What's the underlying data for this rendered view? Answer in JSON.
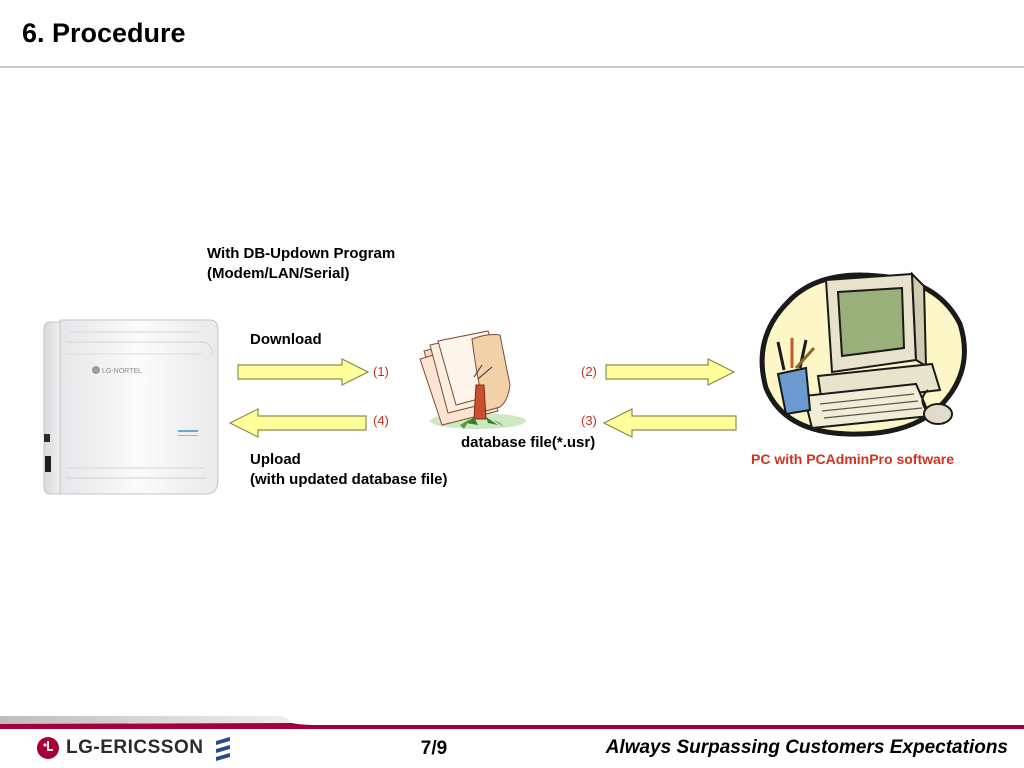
{
  "header": {
    "title": "6. Procedure"
  },
  "diagram": {
    "program_line1": "With DB-Updown Program",
    "program_line2": "(Modem/LAN/Serial)",
    "download_label": "Download",
    "upload_line1": "Upload",
    "upload_line2": "(with updated database file)",
    "steps": [
      "(1)",
      "(2)",
      "(3)",
      "(4)"
    ],
    "file_label": "database file(*.usr)",
    "pc_label": "PC with PCAdminPro software",
    "device_brand_label": "LG-NORTEL"
  },
  "footer": {
    "brand": "LG-ERICSSON",
    "page": "7/9",
    "slogan": "Always Surpassing Customers Expectations"
  },
  "colors": {
    "arrow_fill": "#ffff99",
    "arrow_stroke": "#8c8c52",
    "step_text": "#c8321e",
    "pc_caption": "#d2321e",
    "brand_red": "#a50034"
  }
}
